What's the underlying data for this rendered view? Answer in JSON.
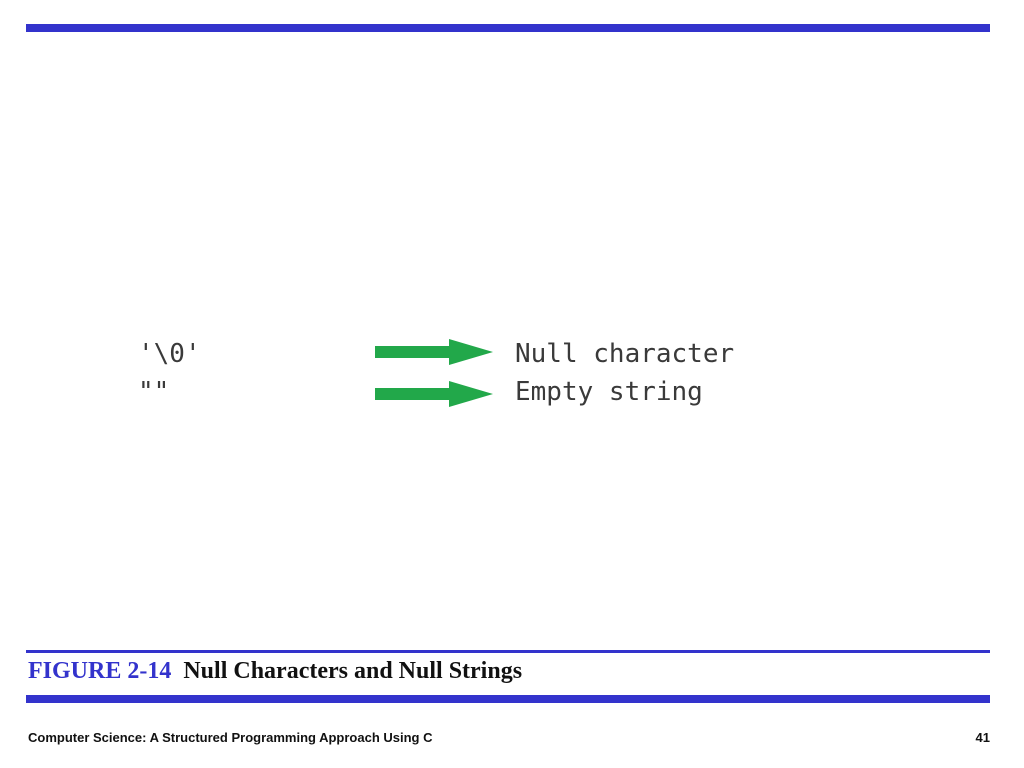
{
  "colors": {
    "accent": "#3333cc",
    "arrow": "#22a84a",
    "code_text": "#3a3a3a"
  },
  "figure": {
    "rows": [
      {
        "literal": "'\\0'",
        "arrow_icon": "right-arrow-icon",
        "meaning": "Null character"
      },
      {
        "literal": "\"\"",
        "arrow_icon": "right-arrow-icon",
        "meaning": "Empty string"
      }
    ]
  },
  "caption": {
    "number": "FIGURE 2-14",
    "title": "Null Characters and Null Strings"
  },
  "footer": {
    "book_title": "Computer Science: A Structured Programming Approach Using C",
    "page_number": "41"
  }
}
